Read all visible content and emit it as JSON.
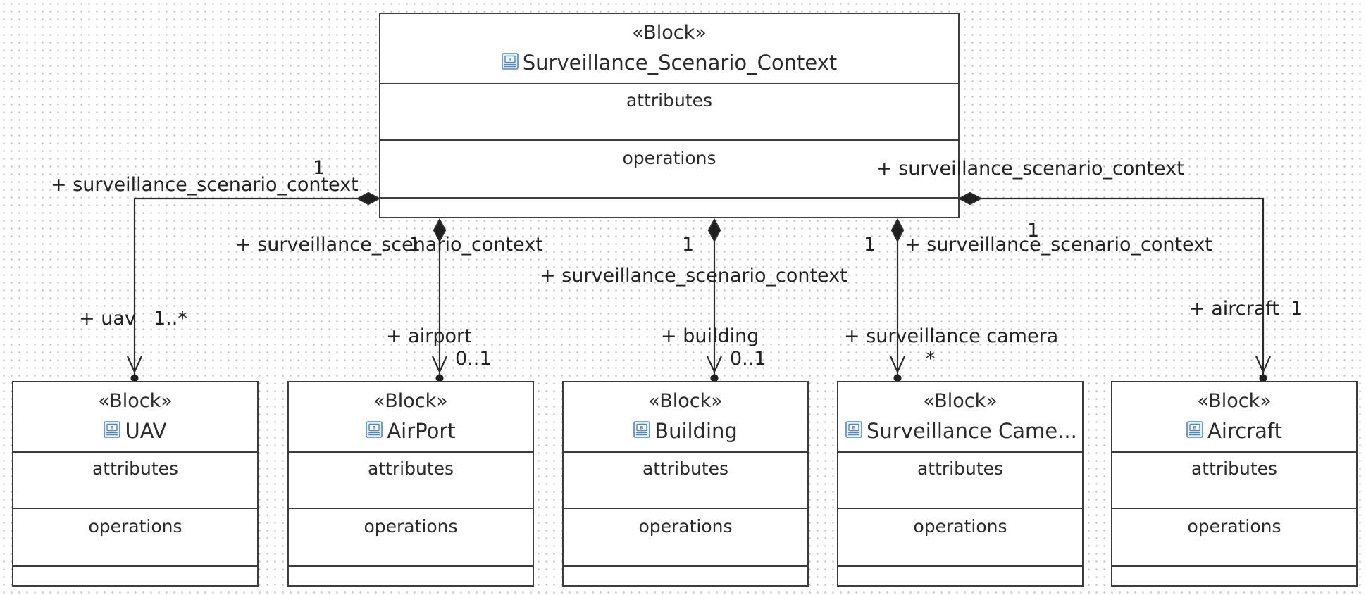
{
  "colors": {
    "line": "#2b2b2b",
    "border": "#3c3c3c",
    "icon": "#4f86c6"
  },
  "icon": "block-icon",
  "context_block": {
    "stereotype": "«Block»",
    "name": "Surveillance_Scenario_Context",
    "attributes": "attributes",
    "operations": "operations"
  },
  "blocks": [
    {
      "id": "uav",
      "stereotype": "«Block»",
      "name": "UAV",
      "attributes": "attributes",
      "operations": "operations"
    },
    {
      "id": "airport",
      "stereotype": "«Block»",
      "name": "AirPort",
      "attributes": "attributes",
      "operations": "operations"
    },
    {
      "id": "building",
      "stereotype": "«Block»",
      "name": "Building",
      "attributes": "attributes",
      "operations": "operations"
    },
    {
      "id": "camera",
      "stereotype": "«Block»",
      "name": "Surveillance Came...",
      "attributes": "attributes",
      "operations": "operations"
    },
    {
      "id": "aircraft",
      "stereotype": "«Block»",
      "name": "Aircraft",
      "attributes": "attributes",
      "operations": "operations"
    }
  ],
  "associations": [
    {
      "target": "uav",
      "source_role": "+ surveillance_scenario_context",
      "source_mult": "1",
      "target_role": "+ uav",
      "target_mult": "1..*"
    },
    {
      "target": "airport",
      "source_role": "+ surveillance_scenario_context",
      "source_mult": "1",
      "target_role": "+ airport",
      "target_mult": "0..1"
    },
    {
      "target": "building",
      "source_role": "+ surveillance_scenario_context",
      "source_mult": "1",
      "target_role": "+ building",
      "target_mult": "0..1"
    },
    {
      "target": "camera",
      "source_role": "+ surveillance_scenario_context",
      "source_mult": "1",
      "target_role": "+ surveillance camera",
      "target_mult": "*"
    },
    {
      "target": "aircraft",
      "source_role": "+ surveillance_scenario_context",
      "source_mult": "1",
      "target_role": "+ aircraft",
      "target_mult": "1"
    }
  ]
}
